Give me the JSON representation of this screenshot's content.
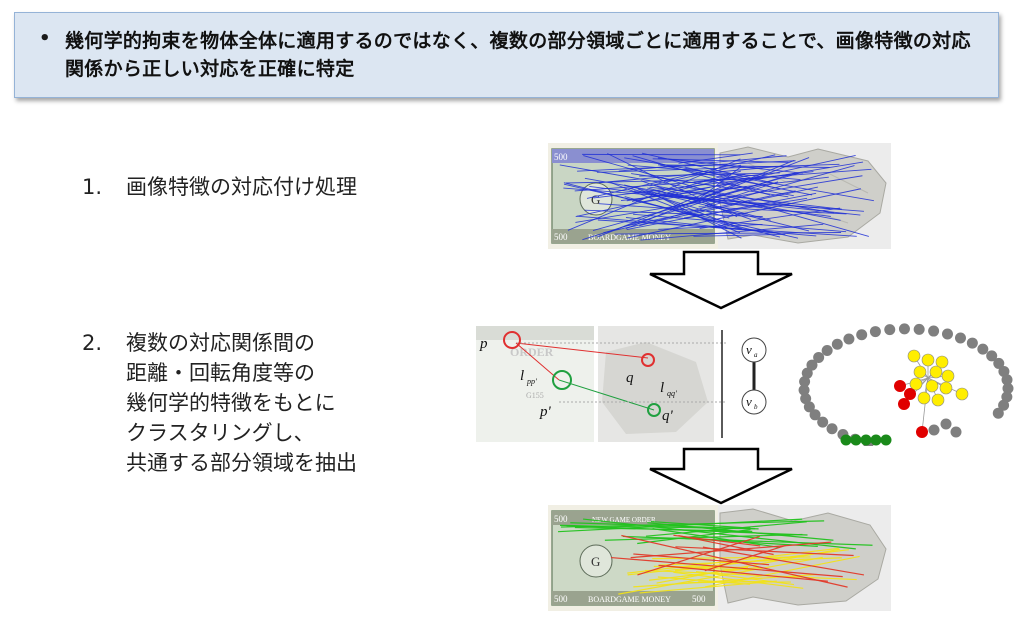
{
  "banner": {
    "bullet": "•",
    "text": "幾何学的拘束を物体全体に適用するのではなく、複数の部分領域ごとに適用することで、画像特徴の対応関係から正しい対応を正確に特定"
  },
  "step1": {
    "num": "1.",
    "text": "画像特徴の対応付け処理"
  },
  "step2": {
    "num": "2.",
    "lines": [
      "複数の対応関係間の",
      "距離・回転角度等の",
      "幾何学的特徴をもとに",
      "クラスタリングし、",
      "共通する部分領域を抽出"
    ]
  },
  "img1": {
    "top_left": "500",
    "bottom_left": "500",
    "bottom_caption": "BOARDGAME MONEY",
    "seal": "G",
    "line_color": "#1f2fd6"
  },
  "img2": {
    "labels": {
      "p": "p",
      "p_prime": "p'",
      "q": "q",
      "q_prime": "q'",
      "l_pp": "l",
      "l_pp_sub": "pp'",
      "l_qq": "l",
      "l_qq_sub": "qq'",
      "va": "v",
      "va_sub": "a",
      "vb": "v",
      "vb_sub": "b"
    },
    "banner_word": "ORDER",
    "serial": "G155"
  },
  "img3": {
    "top_left": "500",
    "top_caption": "NEW GAME ORDER",
    "bottom_left": "500",
    "bottom_right": "500",
    "bottom_caption": "BOARDGAME MONEY",
    "seal": "G",
    "colors": [
      "#22c21e",
      "#f2e21a",
      "#e23a2a"
    ]
  },
  "colors": {
    "banner_bg": "#dce6f2",
    "banner_border": "#95b3d7",
    "node_gray": "#7f7f7f",
    "node_yellow": "#ffee00",
    "node_red": "#e00000",
    "node_green": "#1a8a1a"
  }
}
